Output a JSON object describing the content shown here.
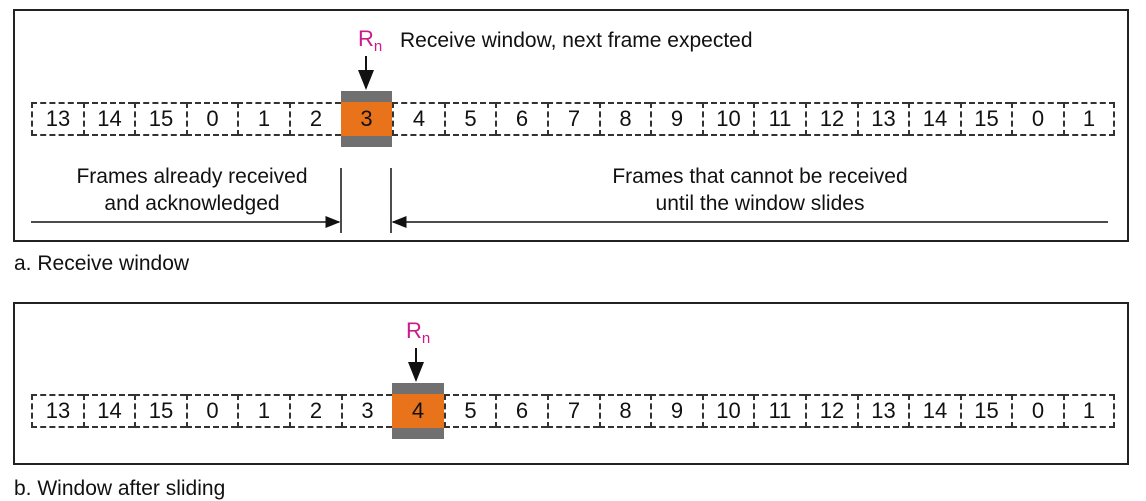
{
  "panel_a": {
    "pointer_label": "R",
    "pointer_sub": "n",
    "pointer_note": "Receive window, next frame expected",
    "sequence": [
      "13",
      "14",
      "15",
      "0",
      "1",
      "2",
      "3",
      "4",
      "5",
      "6",
      "7",
      "8",
      "9",
      "10",
      "11",
      "12",
      "13",
      "14",
      "15",
      "0",
      "1"
    ],
    "current_index": 6,
    "left_note": [
      "Frames already received",
      "and acknowledged"
    ],
    "right_note": [
      "Frames that cannot be received",
      "until the window slides"
    ],
    "caption": "a. Receive window"
  },
  "panel_b": {
    "pointer_label": "R",
    "pointer_sub": "n",
    "sequence": [
      "13",
      "14",
      "15",
      "0",
      "1",
      "2",
      "3",
      "4",
      "5",
      "6",
      "7",
      "8",
      "9",
      "10",
      "11",
      "12",
      "13",
      "14",
      "15",
      "0",
      "1"
    ],
    "current_index": 7,
    "caption": "b. Window after sliding"
  },
  "colors": {
    "current_frame": "#e8731a",
    "window_frame": "#707070",
    "pointer": "#cc1a8a"
  }
}
